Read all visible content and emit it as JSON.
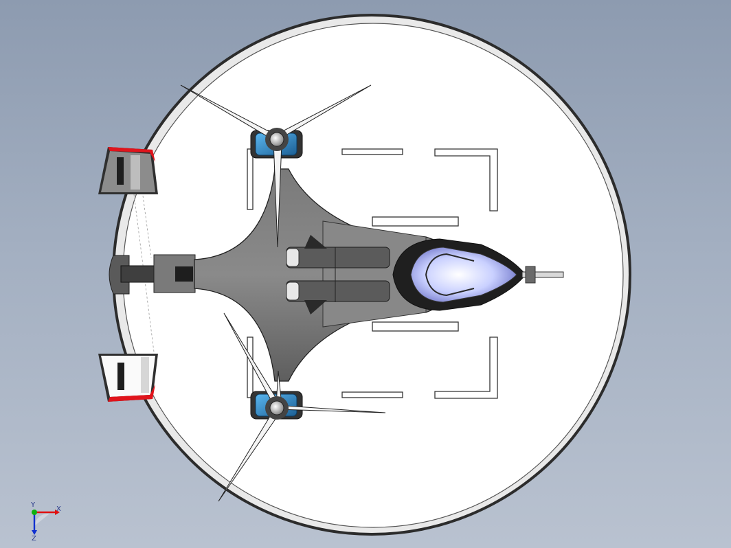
{
  "viewport": {
    "background_top": "#8d9bb0",
    "background_bottom": "#b9c2d0"
  },
  "model": {
    "parts": [
      "landing-pad-disc",
      "fuselage",
      "cockpit-canopy",
      "nose-cannon",
      "left-rotor",
      "right-rotor",
      "tail-boom",
      "upper-tail-fin",
      "lower-tail-fin",
      "engine-pods",
      "landing-markings"
    ],
    "colors": {
      "pad": "#ffffff",
      "pad_edge": "#3a3a3a",
      "body": "#6f6f6f",
      "body_dark": "#3c3c3c",
      "canopy": "#b9c4ff",
      "motor_housing": "#2a86c8",
      "fin_accent": "#e0141c"
    }
  },
  "triad": {
    "x_label": "X",
    "y_label": "Y",
    "z_label": "Z",
    "x_color": "#e01010",
    "y_color": "#10b010",
    "z_color": "#1030d0"
  }
}
